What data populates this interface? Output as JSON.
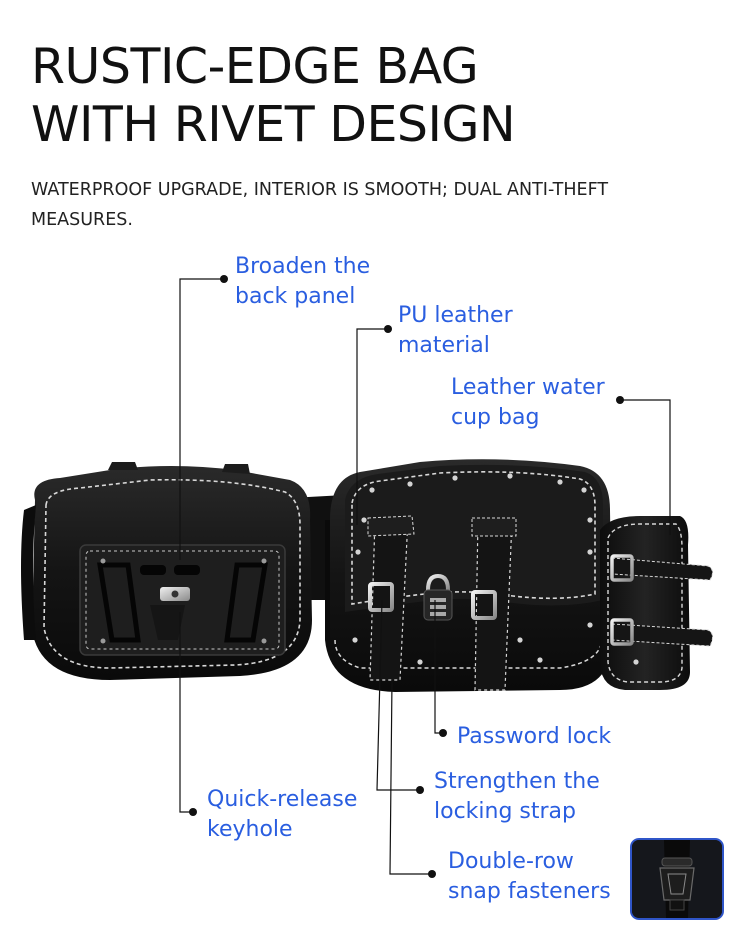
{
  "headline": {
    "line1": "RUSTIC-EDGE BAG",
    "line2": "WITH RIVET DESIGN"
  },
  "subheadline": {
    "line1": "WATERPROOF UPGRADE, INTERIOR IS SMOOTH; DUAL ANTI-THEFT",
    "line2": "MEASURES."
  },
  "callouts": {
    "back_panel": {
      "line1": "Broaden the",
      "line2": "back panel"
    },
    "pu_leather": {
      "line1": "PU leather",
      "line2": "material"
    },
    "cup_bag": {
      "line1": "Leather water",
      "line2": "cup bag"
    },
    "password_lock": {
      "line1": "Password lock"
    },
    "locking_strap": {
      "line1": "Strengthen the",
      "line2": "locking strap"
    },
    "keyhole": {
      "line1": "Quick-release",
      "line2": "keyhole"
    },
    "snap": {
      "line1": "Double-row",
      "line2": "snap fasteners"
    }
  },
  "colors": {
    "callout_text": "#2a5ee0",
    "leader_line": "#111111",
    "leather": "#141414",
    "stitching": "#d8d8d8",
    "inset_border": "#2f55c8"
  }
}
